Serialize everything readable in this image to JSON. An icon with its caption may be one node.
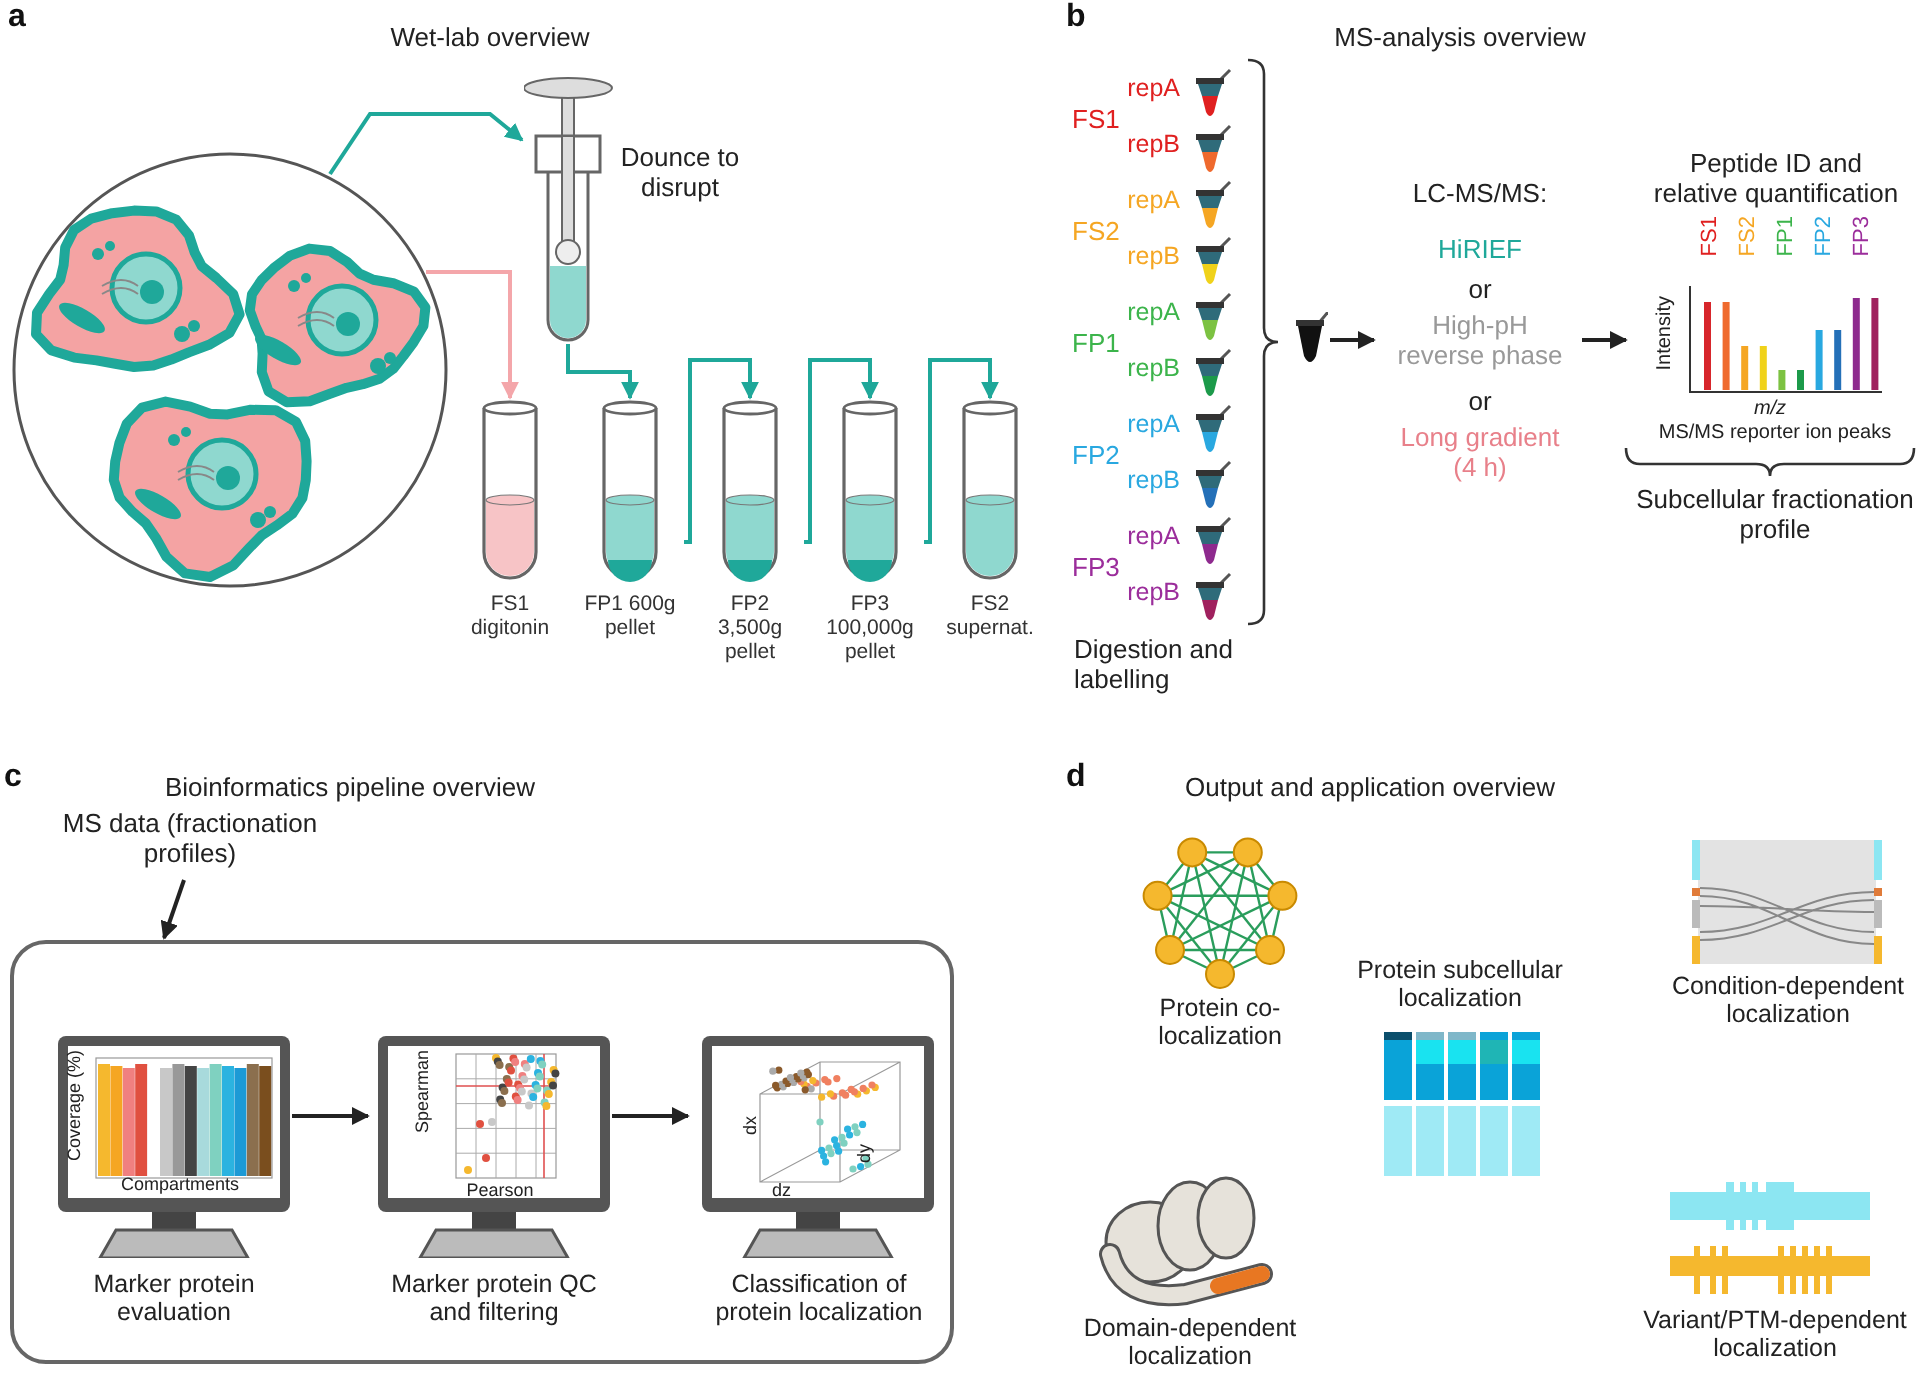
{
  "diagram": {
    "nodes": [
      {
        "text": [],
        "shape": "picture"
      },
      {
        "text": [
          "Dounce to disrupt"
        ]
      },
      {
        "text": [
          "FS1 digitonin"
        ]
      },
      {
        "text": [
          "FP1 600g pellet"
        ]
      },
      {
        "text": [
          "FP2 3,500g pellet"
        ]
      },
      {
        "text": [
          "FP3 100,000g pellet"
        ]
      },
      {
        "text": [
          "FS2 supernat."
        ]
      },
      {
        "text": [],
        "shape": "picture"
      },
      {
        "text": [
          "LC-MS/MS:",
          "HiRIEF",
          "or",
          "High-pH reverse phase",
          "or",
          "Long gradient (4 h)"
        ]
      },
      {
        "text": [
          "Peptide ID and relative quantification",
          "MS/MS reporter ion peaks"
        ]
      },
      {
        "text": [
          "MS data (fractionation profiles)"
        ]
      },
      {
        "text": [],
        "shape": "box"
      },
      {
        "text": [
          "Marker protein evaluation"
        ],
        "in": 11
      },
      {
        "text": [
          "Marker protein QC and filtering"
        ],
        "in": 11
      },
      {
        "text": [
          "Classification of protein localization"
        ],
        "in": 11
      },
      {
        "text": [
          "Protein co-localization"
        ]
      },
      {
        "text": [
          "Protein subcellular localization"
        ]
      },
      {
        "text": [
          "Condition-dependent localization"
        ]
      },
      {
        "text": [
          "Domain-dependent localization"
        ]
      },
      {
        "text": [
          "Variant/PTM-dependent localization"
        ]
      }
    ],
    "edges": [
      {
        "from": 0,
        "to": 1,
        "arrow": "to",
        "color": "#1fa89a"
      },
      {
        "from": 0,
        "to": 2,
        "arrow": "to",
        "color": "#f4a6aa"
      },
      {
        "from": 1,
        "to": 3,
        "arrow": "to",
        "color": "#1fa89a"
      },
      {
        "from": 3,
        "to": 4,
        "arrow": "to",
        "color": "#1fa89a"
      },
      {
        "from": 4,
        "to": 5,
        "arrow": "to",
        "color": "#1fa89a"
      },
      {
        "from": 5,
        "to": 6,
        "arrow": "to",
        "color": "#1fa89a"
      },
      {
        "from": 7,
        "to": 8,
        "arrow": "to",
        "color": "#222222"
      },
      {
        "from": 8,
        "to": 9,
        "arrow": "to",
        "color": "#222222"
      },
      {
        "from": 10,
        "to": 11,
        "arrow": "to",
        "color": "#222222"
      },
      {
        "from": 12,
        "to": 13,
        "arrow": "to",
        "color": "#222222"
      },
      {
        "from": 13,
        "to": 14,
        "arrow": "to",
        "color": "#222222"
      }
    ],
    "labels": [
      "a",
      "Wet-lab overview",
      "b",
      "MS-analysis overview",
      "repA",
      "FS1",
      "repB",
      "repA",
      "FS2",
      "repB",
      "repA",
      "FP1",
      "repB",
      "repA",
      "FP2",
      "repB",
      "repA",
      "FP3",
      "repB",
      "Digestion and labelling",
      "FS1",
      "FS2",
      "FP1",
      "FP2",
      "FP3",
      "Intensity",
      "m/z",
      "Subcellular fractionation profile",
      "c",
      "Bioinformatics pipeline overview",
      "Coverage (%)",
      "Compartments",
      "Spearman",
      "Pearson",
      "dx",
      "dz",
      "dy",
      "d",
      "Output and application overview"
    ]
  }
}
